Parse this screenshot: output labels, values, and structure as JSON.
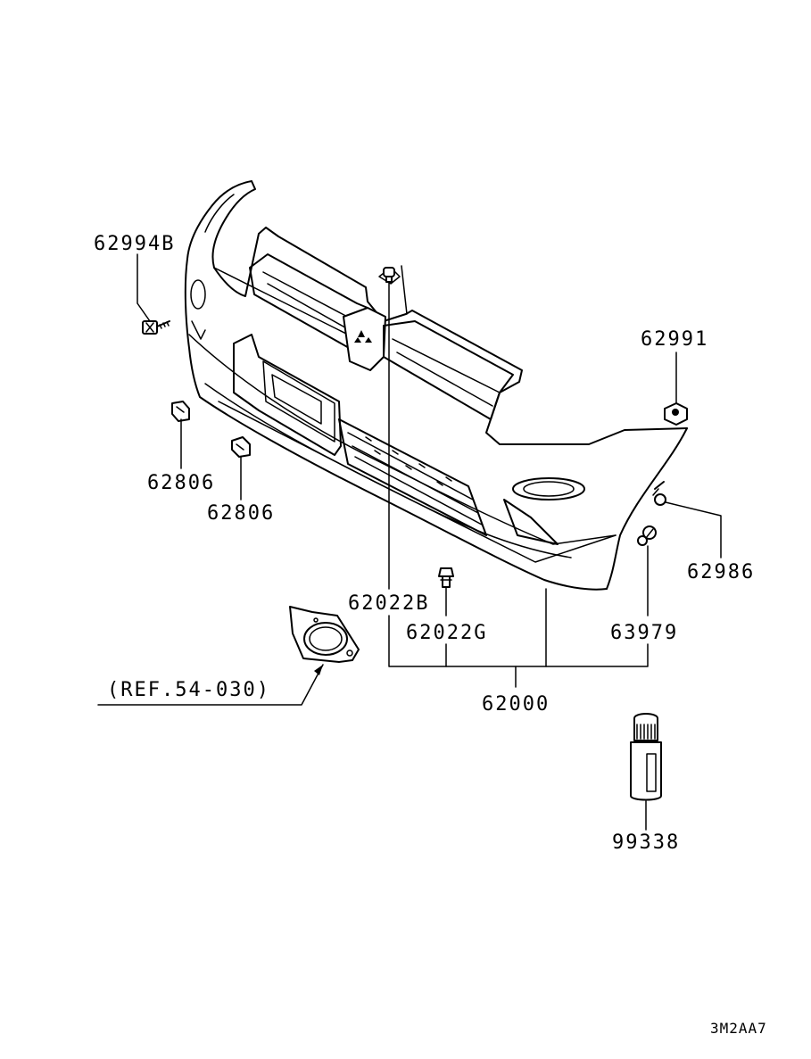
{
  "parts": {
    "p62994B": "62994B",
    "p62806a": "62806",
    "p62806b": "62806",
    "p62991": "62991",
    "p62986": "62986",
    "p62022B": "62022B",
    "p62022G": "62022G",
    "p63979": "63979",
    "p62000": "62000",
    "p99338": "99338",
    "ref": "(REF.54-030)"
  },
  "diagram_code": "3M2AA7"
}
